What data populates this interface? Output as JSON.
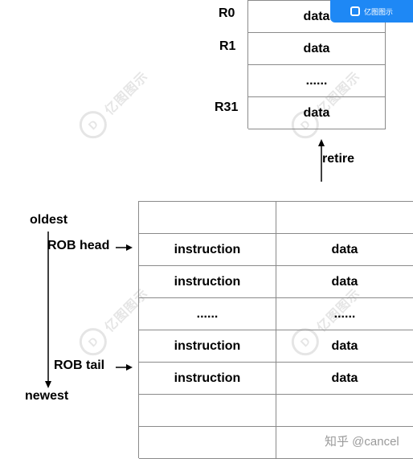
{
  "badge": {
    "text": "亿图图示"
  },
  "watermark_text": "亿图图示",
  "regfile": {
    "labels": [
      "R0",
      "R1",
      "R31"
    ],
    "cells": [
      "data",
      "data",
      "......",
      "data"
    ]
  },
  "retire_label": "retire",
  "rob": {
    "oldest_label": "oldest",
    "newest_label": "newest",
    "head_label": "ROB head",
    "tail_label": "ROB tail",
    "rows": [
      [
        "",
        ""
      ],
      [
        "instruction",
        "data"
      ],
      [
        "instruction",
        "data"
      ],
      [
        "......",
        "......"
      ],
      [
        "instruction",
        "data"
      ],
      [
        "instruction",
        "data"
      ],
      [
        "",
        ""
      ],
      [
        "",
        ""
      ]
    ]
  },
  "footer": "知乎 @cancel"
}
